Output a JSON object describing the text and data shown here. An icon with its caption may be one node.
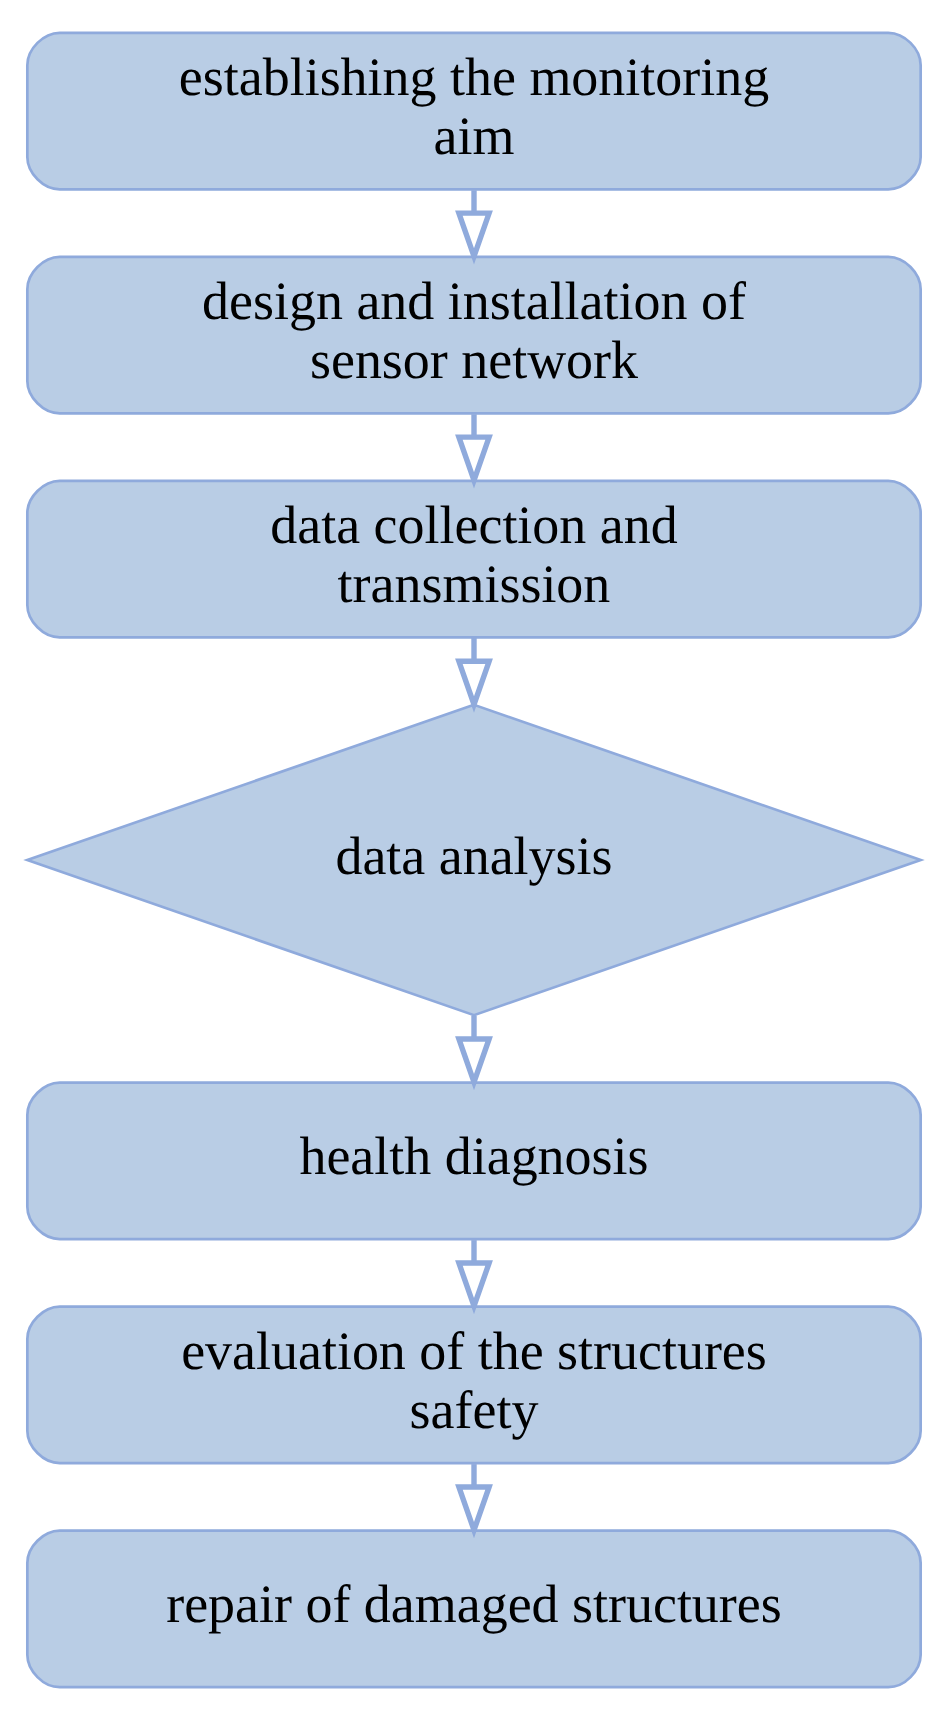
{
  "diagram": {
    "nodes": [
      {
        "text": [
          "establishing the monitoring aim"
        ]
      },
      {
        "text": [
          "design and installation of sensor network"
        ]
      },
      {
        "text": [
          "data collection and transmission"
        ]
      },
      {
        "text": [
          "data analysis"
        ]
      },
      {
        "text": [
          "health diagnosis"
        ]
      },
      {
        "text": [
          "evaluation of the structures safety"
        ]
      },
      {
        "text": [
          "repair of damaged structures"
        ]
      }
    ],
    "edges": [
      {
        "from": 0,
        "to": 1,
        "arrow": "to"
      },
      {
        "from": 1,
        "to": 2,
        "arrow": "to"
      },
      {
        "from": 2,
        "to": 3,
        "arrow": "to"
      },
      {
        "from": 3,
        "to": 4,
        "arrow": "to"
      },
      {
        "from": 4,
        "to": 5,
        "arrow": "to"
      },
      {
        "from": 5,
        "to": 6,
        "arrow": "to"
      }
    ]
  }
}
